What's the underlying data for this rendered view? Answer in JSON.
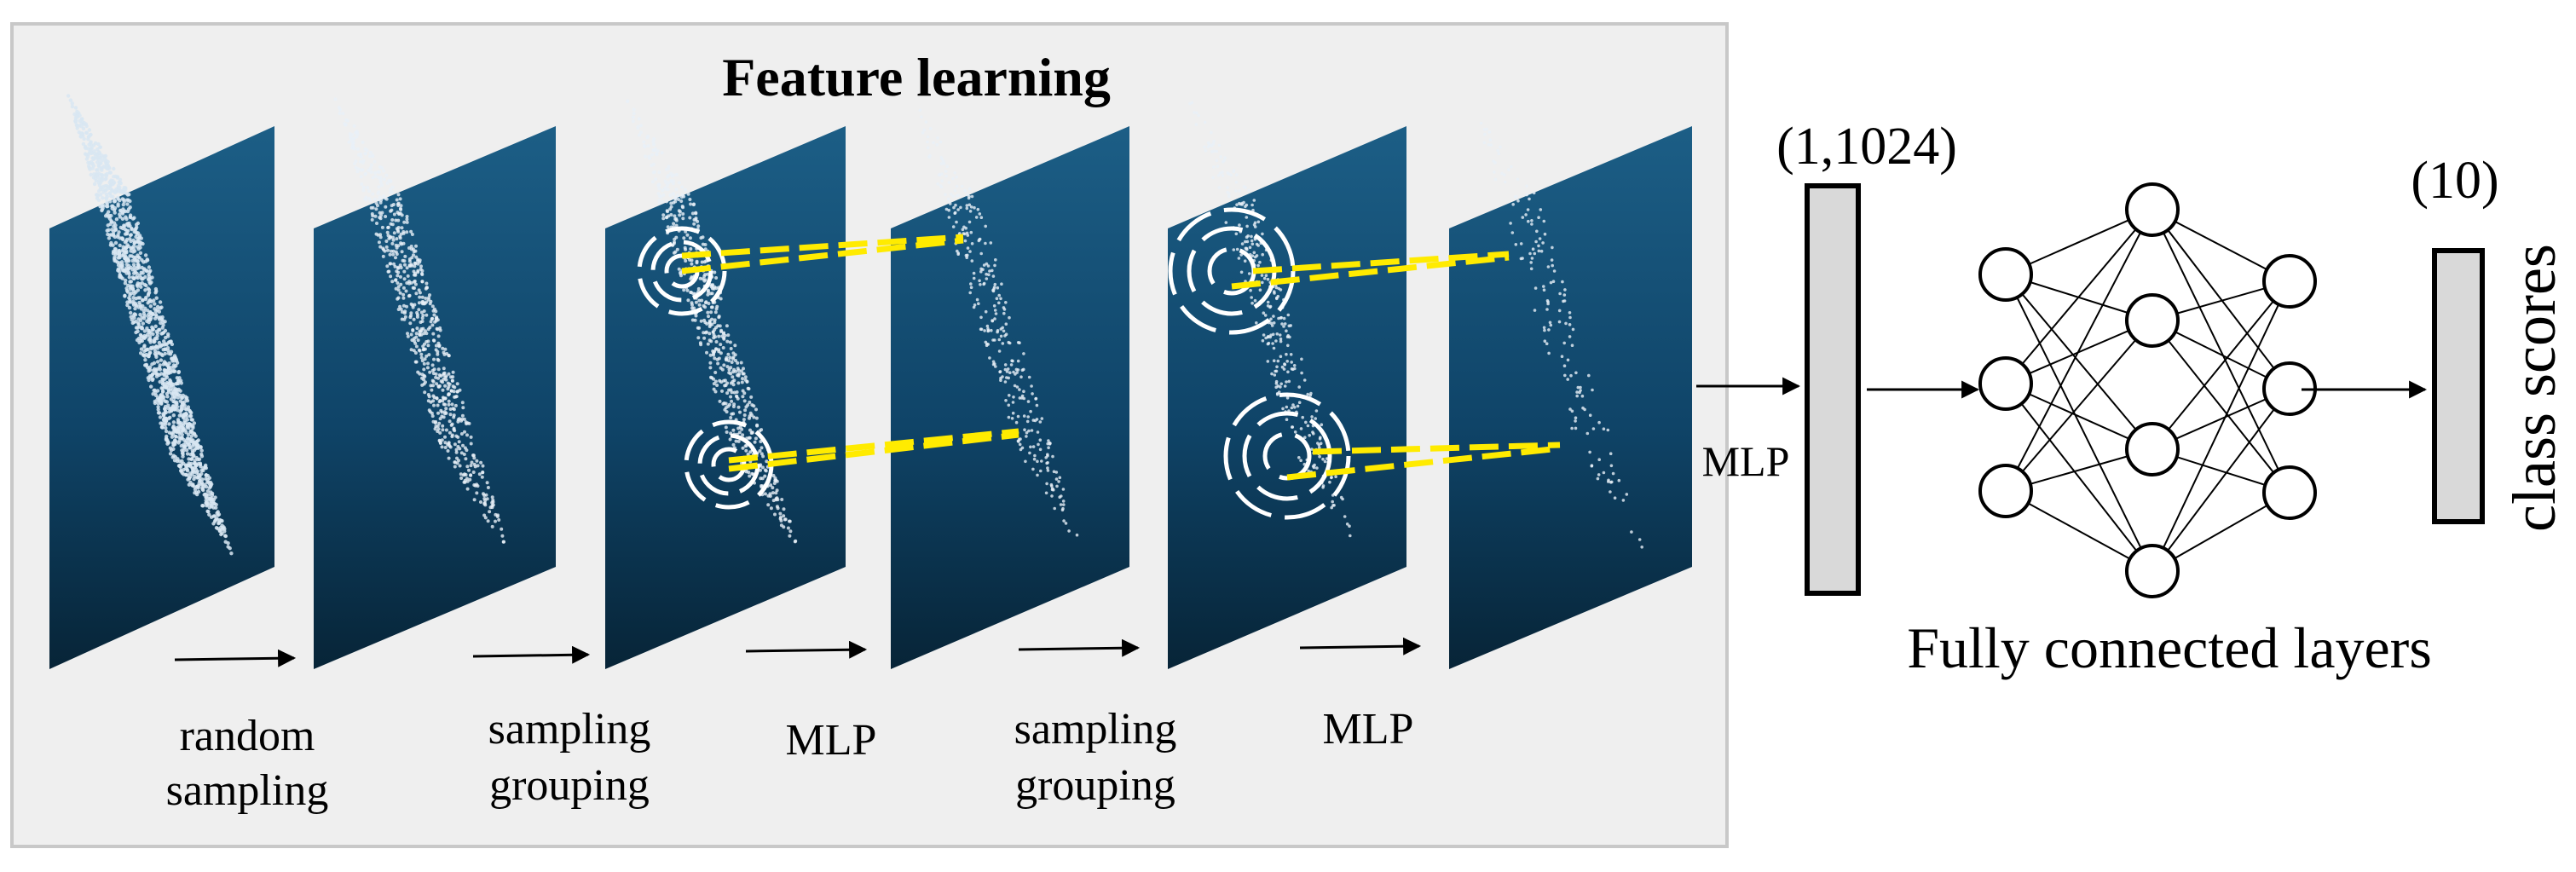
{
  "title": "Feature learning",
  "stage_labels": [
    {
      "line1": "random",
      "line2": "sampling"
    },
    {
      "line1": "sampling",
      "line2": "grouping"
    },
    {
      "line1": "MLP",
      "line2": ""
    },
    {
      "line1": "sampling",
      "line2": "grouping"
    },
    {
      "line1": "MLP",
      "line2": ""
    }
  ],
  "mlp_label": "MLP",
  "input_dim_label": "(1,1024)",
  "output_dim_label": "(10)",
  "fc_label": "Fully connected layers",
  "scores_label": "class scores",
  "colors": {
    "panel_top": "#0d3f63",
    "panel_bottom": "#082a43",
    "highlight_dash": "#ffeb00",
    "bar_fill": "#d9d9d9",
    "frame_bg": "#efefef",
    "frame_border": "#c8c8c8"
  }
}
